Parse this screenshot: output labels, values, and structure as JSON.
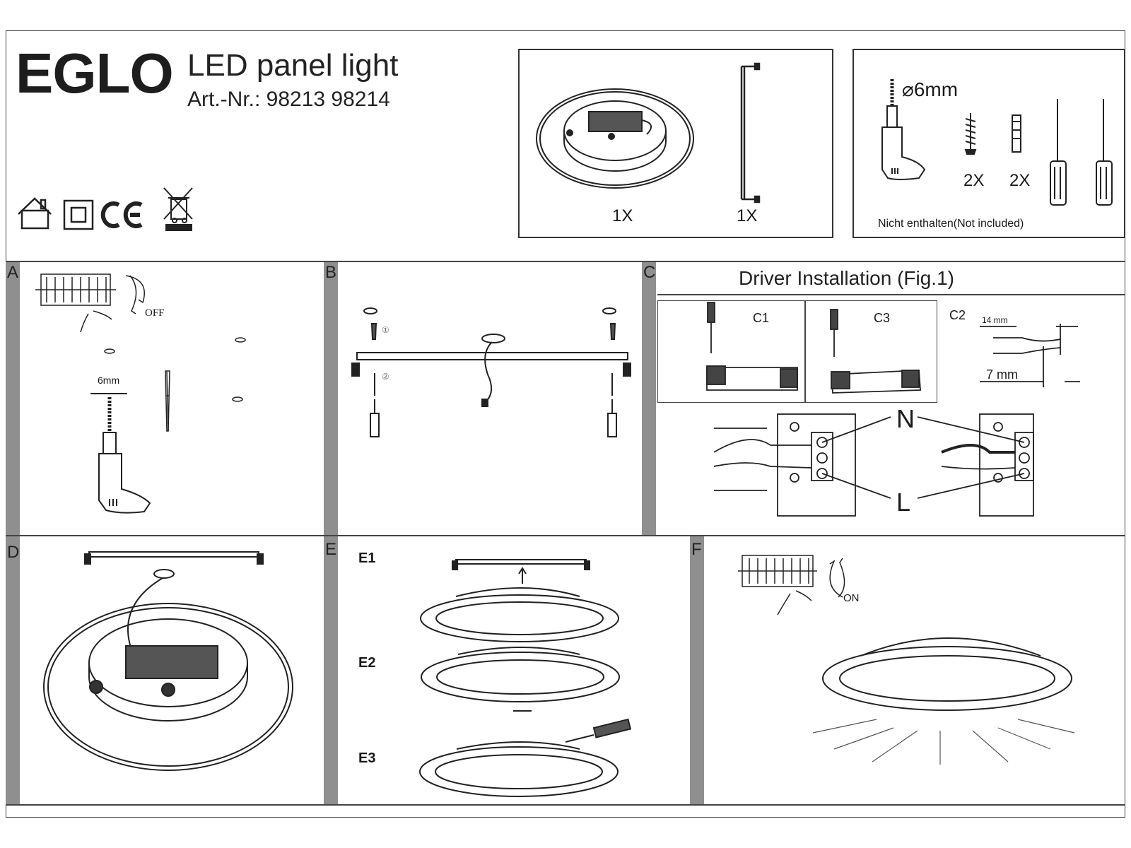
{
  "header": {
    "brand": "EGLO",
    "product_title": "LED panel light",
    "art_nr": "Art.-Nr.: 98213 98214",
    "symbols": [
      "indoor-use-icon",
      "class-2-insulation-icon",
      "ce-mark-icon",
      "weee-bin-icon"
    ]
  },
  "contents": {
    "panel_qty": "1X",
    "bracket_qty": "1X"
  },
  "tools": {
    "drill_bit": "⌀6mm",
    "screws_qty": "2X",
    "plugs_qty": "2X",
    "not_included": "Nicht enthalten(Not included)"
  },
  "sections": {
    "a": {
      "letter": "A",
      "off_label": "OFF",
      "drill_label": "6mm"
    },
    "b": {
      "letter": "B",
      "step1": "①",
      "step2": "②"
    },
    "c": {
      "letter": "C",
      "title": "Driver Installation (Fig.1)",
      "c1": "C1",
      "c3": "C3",
      "c2": "C2",
      "strip_14": "14 mm",
      "strip_7": "7 mm",
      "n_label": "N",
      "l_label": "L"
    },
    "d": {
      "letter": "D"
    },
    "e": {
      "letter": "E",
      "e1": "E1",
      "e2": "E2",
      "e3": "E3"
    },
    "f": {
      "letter": "F",
      "on_label": "ON"
    }
  },
  "colors": {
    "ink": "#1a1a1a",
    "sidebar": "#8f8f8f",
    "frame": "#444444"
  }
}
